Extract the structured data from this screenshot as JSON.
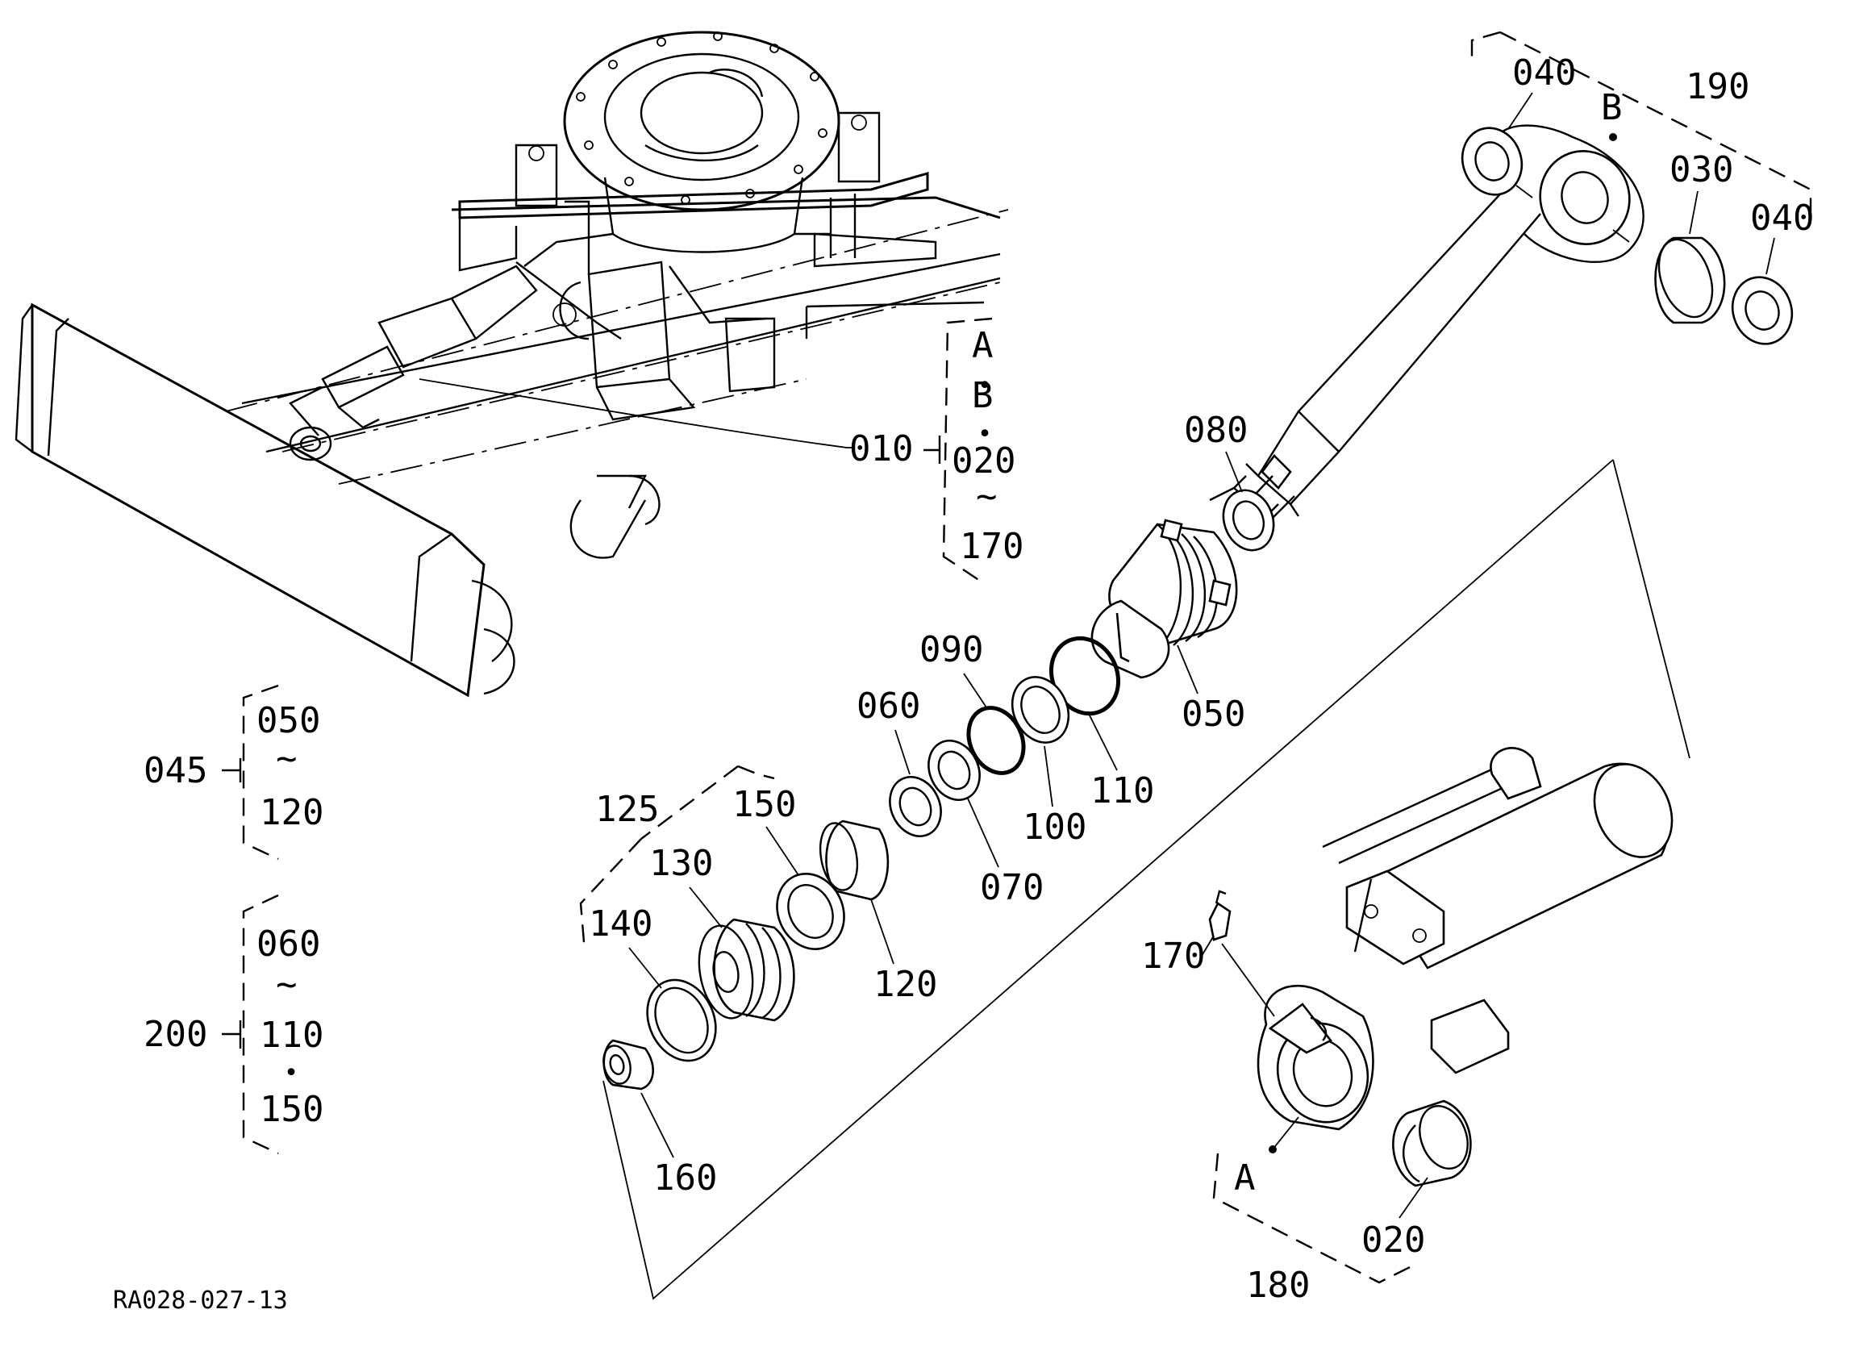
{
  "drawing_id": "RA028-027-13",
  "callouts": {
    "p010": "010",
    "p020": "020",
    "p020b": "020",
    "p030": "030",
    "p040a": "040",
    "p040b": "040",
    "p045": "045",
    "p050": "050",
    "p050b": "050",
    "p060": "060",
    "p060b": "060",
    "p070": "070",
    "p080": "080",
    "p090": "090",
    "p100": "100",
    "p110": "110",
    "p110b": "110",
    "p120": "120",
    "p120b": "120",
    "p125": "125",
    "p130": "130",
    "p140": "140",
    "p150": "150",
    "p150b": "150",
    "p160": "160",
    "p170": "170",
    "p170b": "170",
    "p180": "180",
    "p190": "190",
    "p200": "200"
  },
  "markers": {
    "a": "A",
    "b": "B",
    "a_ref": "A",
    "b_ref": "B",
    "tilde": "~",
    "dot": "•"
  }
}
